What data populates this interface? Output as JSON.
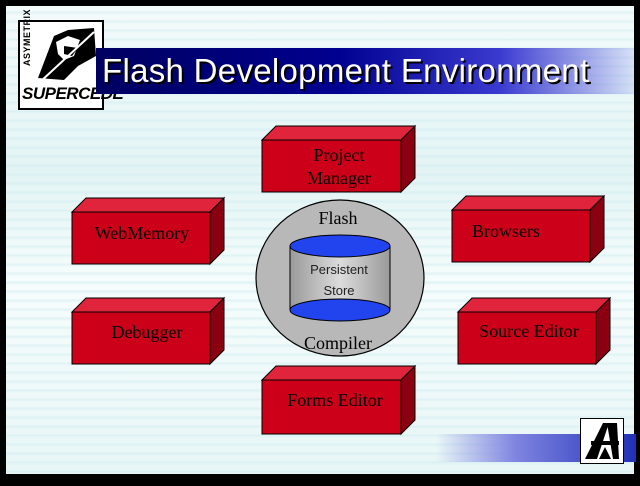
{
  "slide": {
    "title": "Flash Development Environment",
    "logo": {
      "vertical_text": "ASYMETRIX",
      "wordmark": "SUPERCEDE"
    },
    "corner_logo": {
      "icon": "asymetrix-a-icon"
    }
  },
  "diagram": {
    "center": {
      "top_label": "Flash",
      "bottom_label": "Compiler",
      "store_label_line1": "Persistent",
      "store_label_line2": "Store"
    },
    "boxes": {
      "project_manager": {
        "line1": "Project",
        "line2": "Manager"
      },
      "webmemory": {
        "label": "WebMemory"
      },
      "browsers": {
        "label": "Browsers"
      },
      "debugger": {
        "label": "Debugger"
      },
      "source_editor": {
        "label": "Source Editor"
      },
      "forms_editor": {
        "label": "Forms Editor"
      }
    },
    "colors": {
      "box_front": "#cc0018",
      "box_top": "#e0243c",
      "box_side": "#8a0010",
      "ring": "#b8b8b8",
      "cylinder": "#2244ee",
      "cylinder_body": "#c8c8c8"
    }
  }
}
